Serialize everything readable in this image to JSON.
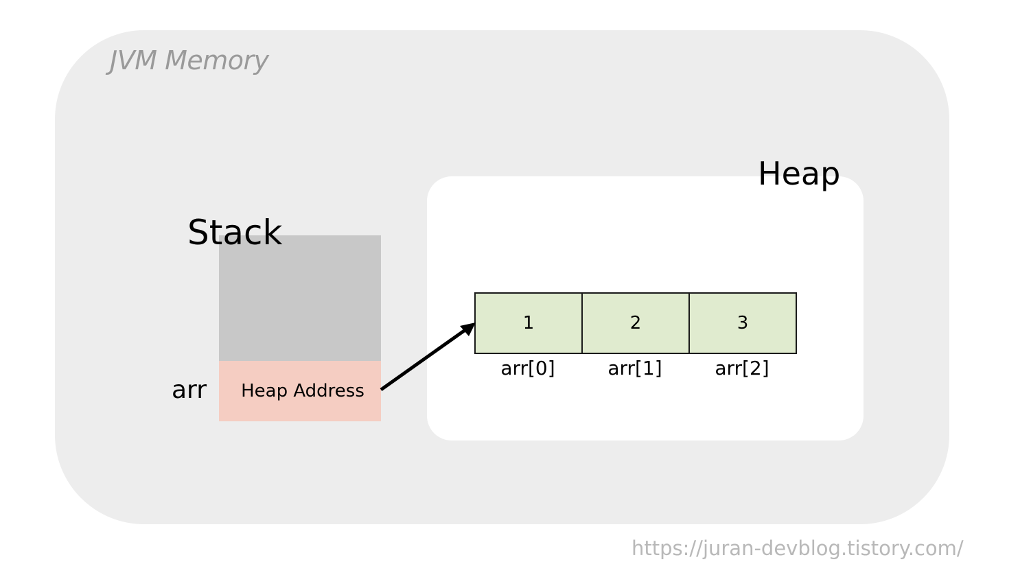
{
  "jvm": {
    "title": "JVM Memory"
  },
  "stack": {
    "title": "Stack",
    "cell_value": "Heap Address",
    "variable": "arr"
  },
  "heap": {
    "title": "Heap",
    "array": {
      "values": [
        "1",
        "2",
        "3"
      ],
      "labels": [
        "arr[0]",
        "arr[1]",
        "arr[2]"
      ]
    }
  },
  "watermark": "https://juran-devblog.tistory.com/",
  "colors": {
    "jvm_background": "#ededed",
    "heap_background": "#ffffff",
    "stack_block": "#c8c8c8",
    "stack_cell": "#f5cdc2",
    "array_cell": "#e0ebcf"
  }
}
